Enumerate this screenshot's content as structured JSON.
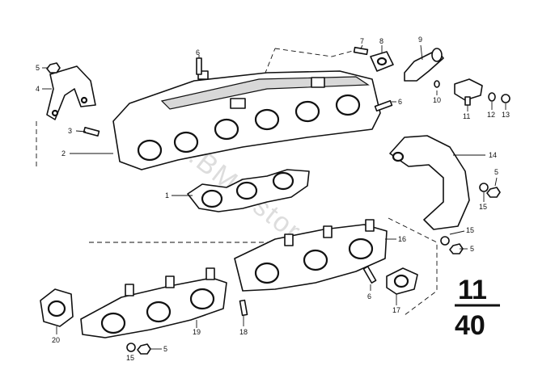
{
  "callouts": {
    "c1": "1",
    "c2": "2",
    "c3": "3",
    "c4": "4",
    "c5a": "5",
    "c5b": "5",
    "c5c": "5",
    "c5d": "5",
    "c6a": "6",
    "c6b": "6",
    "c6c": "6",
    "c7": "7",
    "c8": "8",
    "c9": "9",
    "c10": "10",
    "c11": "11",
    "c12": "12",
    "c13": "13",
    "c14": "14",
    "c15a": "15",
    "c15b": "15",
    "c15c": "15",
    "c16": "16",
    "c17": "17",
    "c18": "18",
    "c19": "19",
    "c20": "20"
  },
  "badge": {
    "top": "11",
    "bottom": "40"
  },
  "watermark": "www.BMWstore.ru",
  "colors": {
    "ink": "#111111",
    "paper": "#ffffff",
    "watermark": "#cfcfcf"
  }
}
